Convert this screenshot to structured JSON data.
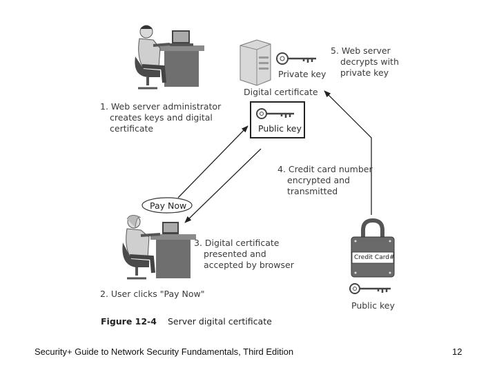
{
  "steps": {
    "step1": [
      "1. Web server administrator",
      "creates keys and digital",
      "certificate"
    ],
    "step2": "2. User clicks \"Pay Now\"",
    "step3": [
      "3. Digital certificate",
      "presented and",
      "accepted by browser"
    ],
    "step4": [
      "4. Credit card number",
      "encrypted and",
      "transmitted"
    ],
    "step5": [
      "5. Web server",
      "decrypts with",
      "private key"
    ]
  },
  "labels": {
    "private_key": "Private key",
    "digital_certificate": "Digital certificate",
    "public_key_certificate": "Public key",
    "pay_now": "Pay Now",
    "credit_card": "Credit Card#",
    "public_key_lock": "Public key"
  },
  "figure": {
    "number": "Figure 12-4",
    "title": "Server digital certificate"
  },
  "footer": {
    "text": "Security+ Guide to Network Security Fundamentals, Third Edition",
    "page": "12"
  }
}
